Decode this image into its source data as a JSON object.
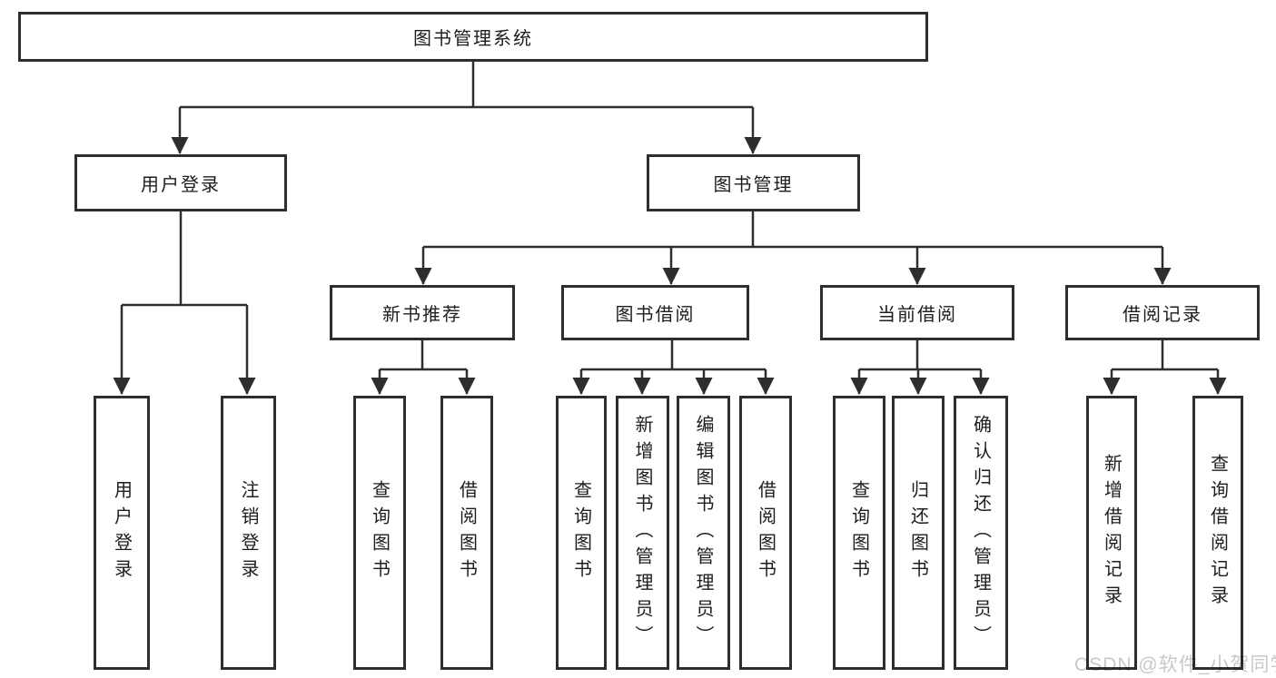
{
  "diagram_title": "图书管理系统",
  "nodes": {
    "root": {
      "label": "图书管理系统"
    },
    "level2": [
      {
        "label": "用户登录"
      },
      {
        "label": "图书管理"
      }
    ],
    "level3": [
      {
        "label": "新书推荐",
        "parent": "图书管理"
      },
      {
        "label": "图书借阅",
        "parent": "图书管理"
      },
      {
        "label": "当前借阅",
        "parent": "图书管理"
      },
      {
        "label": "借阅记录",
        "parent": "图书管理"
      }
    ],
    "leaves": [
      {
        "label": "用户登录",
        "parent": "用户登录"
      },
      {
        "label": "注销登录",
        "parent": "用户登录"
      },
      {
        "label": "查询图书",
        "parent": "新书推荐"
      },
      {
        "label": "借阅图书",
        "parent": "新书推荐"
      },
      {
        "label": "查询图书",
        "parent": "图书借阅"
      },
      {
        "label": "新增图书（管理员）",
        "parent": "图书借阅"
      },
      {
        "label": "编辑图书（管理员）",
        "parent": "图书借阅"
      },
      {
        "label": "借阅图书",
        "parent": "图书借阅"
      },
      {
        "label": "查询图书",
        "parent": "当前借阅"
      },
      {
        "label": "归还图书",
        "parent": "当前借阅"
      },
      {
        "label": "确认归还（管理员）",
        "parent": "当前借阅"
      },
      {
        "label": "新增借阅记录",
        "parent": "借阅记录"
      },
      {
        "label": "查询借阅记录",
        "parent": "借阅记录"
      }
    ]
  },
  "watermark": "CSDN @软件_小贺同学",
  "colors": {
    "line": "#2e2e2e",
    "box_border": "#2e2e2e",
    "text": "#1d1d1f",
    "background": "#ffffff",
    "watermark": "#c8c8c8"
  }
}
